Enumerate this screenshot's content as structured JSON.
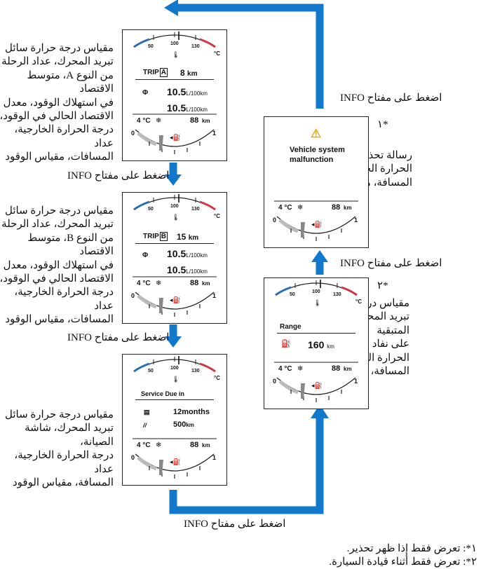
{
  "actions": {
    "info_press": "اضغط على مفتاح INFO"
  },
  "descriptions": {
    "trip_a": "مقياس درجة حرارة سائل\nتبريد المحرك، عداد الرحلة\nمن النوع A، متوسط الاقتصاد\nفي استهلاك الوقود، معدل\nالاقتصاد الحالي في الوقود،\nدرجة الحرارة الخارجية، عداد\nالمسافات، مقياس الوقود",
    "trip_b": "مقياس درجة حرارة سائل\nتبريد المحرك، عداد الرحلة\nمن النوع B، متوسط الاقتصاد\nفي استهلاك الوقود، معدل\nالاقتصاد الحالي في الوقود،\nدرجة الحرارة الخارجية، عداد\nالمسافات، مقياس الوقود",
    "service": "مقياس درجة حرارة سائل\nتبريد المحرك، شاشة الصيانة،\nدرجة الحرارة الخارجية، عداد\nالمسافة، مقياس الوقود",
    "warning": "رسالة تحذير، درجة\nالحرارة الخارجية، عداد\nالمسافة، مقياس الوقود",
    "range": "مقياس درجة حرارة سائل\nتبريد المحرك، المسافة المتبقية\nعلى نفاد الوقود، درجة\nالحرارة الخارجية، عداد\nالمسافة، مقياس الوقود"
  },
  "markers": {
    "star1": "١*",
    "star2": "٢*"
  },
  "footnotes": {
    "n1": "١*: تعرض فقط إذا ظهر تحذير.",
    "n2": "٢*: تعرض فقط أثناء قيادة السيارة."
  },
  "gauge": {
    "t50": "50",
    "t100": "100",
    "t130": "130",
    "tunit": "°C",
    "f0": "0",
    "f1": "1"
  },
  "bottom": {
    "temp": "4 °C",
    "snow": "❄",
    "odo": "88",
    "odo_unit": "km"
  },
  "trip": {
    "label": "TRIP",
    "a_letter": "A",
    "b_letter": "B",
    "a_value": "8",
    "b_value": "15",
    "unit": "km",
    "avg": "10.5",
    "cur": "10.5",
    "econ_unit": "L/100km"
  },
  "service": {
    "title": "Service Due in",
    "months": "12months",
    "distance": "500",
    "dist_unit": "km"
  },
  "warning": {
    "line1": "Vehicle system",
    "line2": "malfunction"
  },
  "range": {
    "title": "Range",
    "value": "160",
    "unit": "km"
  },
  "colors": {
    "arrow": "#1178cc",
    "cold": "#2a6fb5",
    "hot": "#d33344",
    "warn": "#f0a818",
    "needle": "#888888"
  }
}
